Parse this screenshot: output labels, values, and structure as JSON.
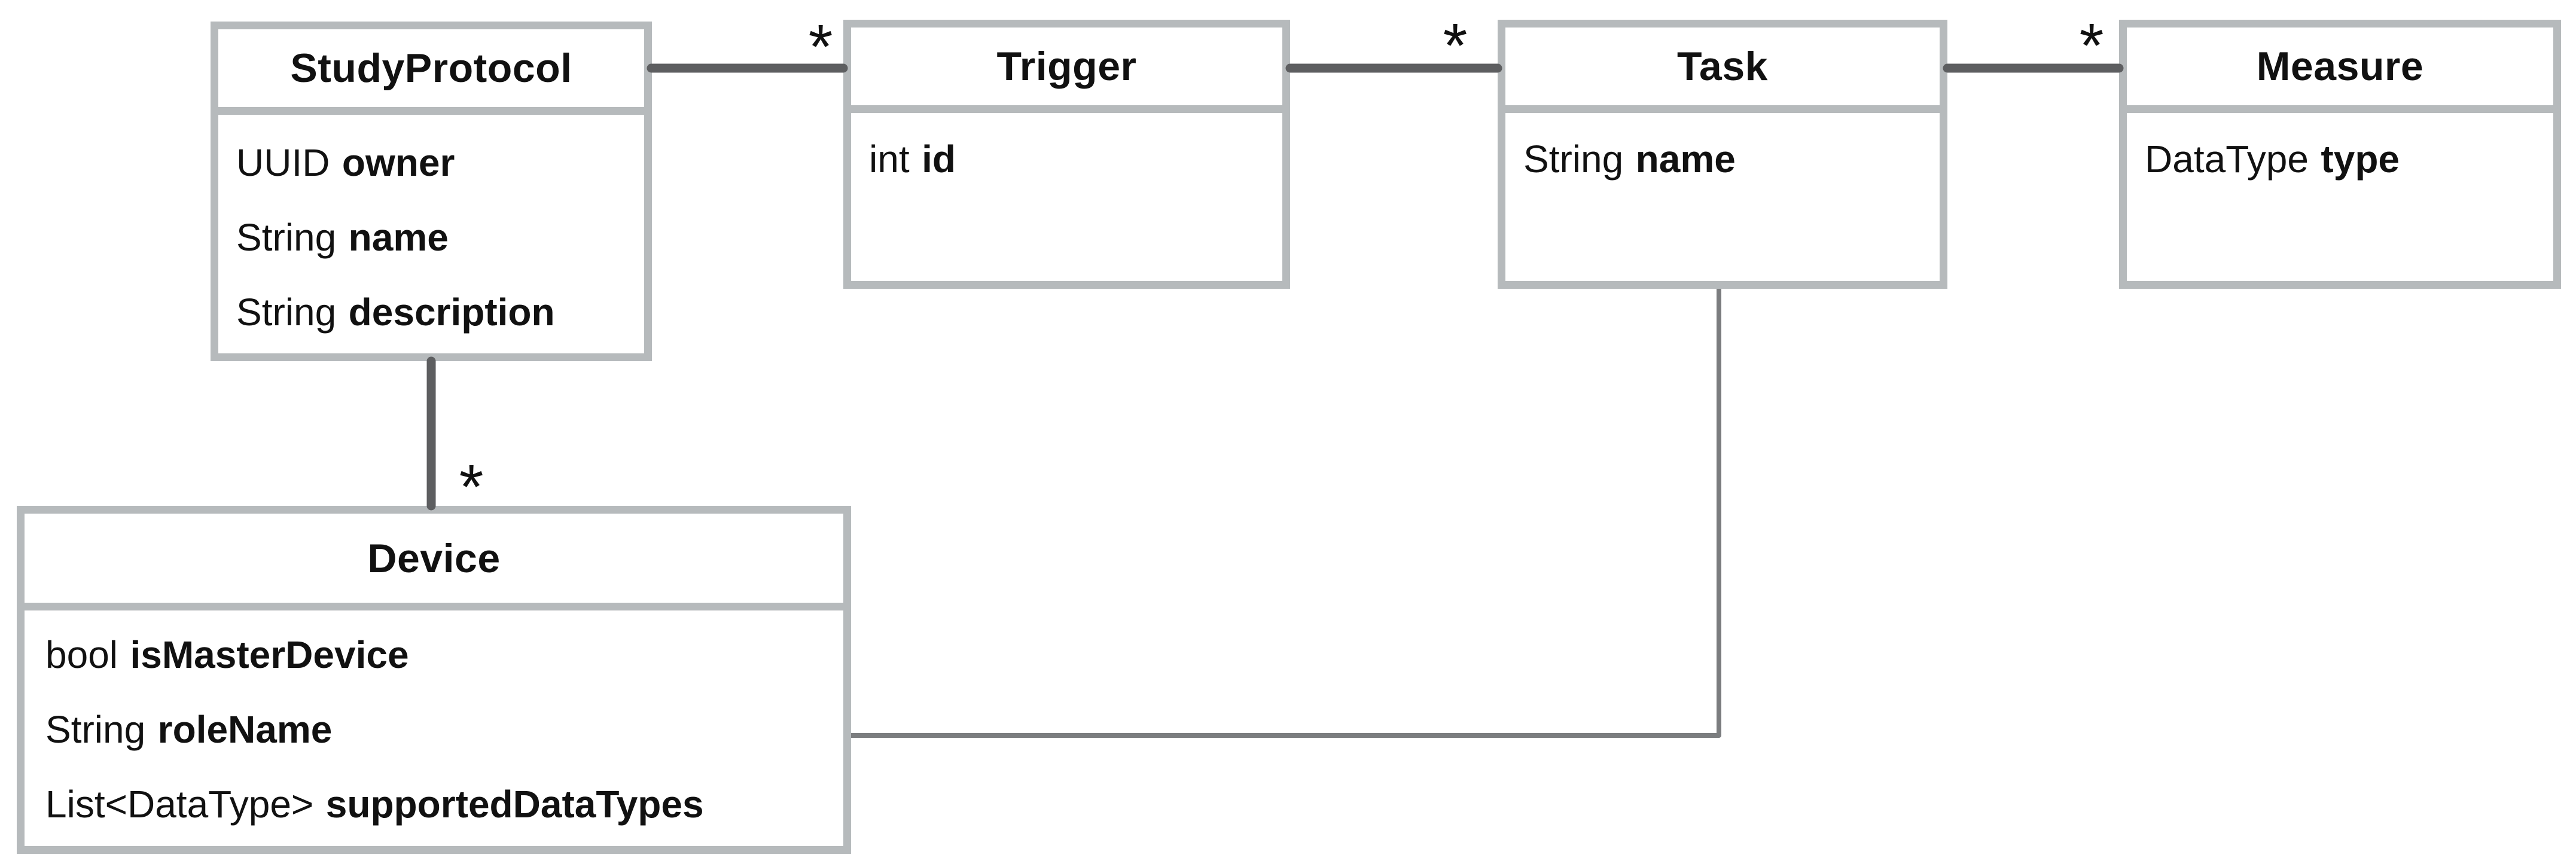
{
  "diagram": {
    "type": "uml-class-diagram",
    "background": "#ffffff",
    "classes": [
      {
        "name": "StudyProtocol",
        "attributes": [
          {
            "type": "UUID",
            "name": "owner"
          },
          {
            "type": "String",
            "name": "name"
          },
          {
            "type": "String",
            "name": "description"
          }
        ]
      },
      {
        "name": "Trigger",
        "attributes": [
          {
            "type": "int",
            "name": "id"
          }
        ]
      },
      {
        "name": "Task",
        "attributes": [
          {
            "type": "String",
            "name": "name"
          }
        ]
      },
      {
        "name": "Measure",
        "attributes": [
          {
            "type": "DataType",
            "name": "type"
          }
        ]
      },
      {
        "name": "Device",
        "attributes": [
          {
            "type": "bool",
            "name": "isMasterDevice"
          },
          {
            "type": "String",
            "name": "roleName"
          },
          {
            "type": "List<DataType>",
            "name": "supportedDataTypes"
          }
        ]
      }
    ],
    "relations": [
      {
        "from": "StudyProtocol",
        "to": "Trigger",
        "multiplicity": "*"
      },
      {
        "from": "Trigger",
        "to": "Task",
        "multiplicity": "*"
      },
      {
        "from": "Task",
        "to": "Measure",
        "multiplicity": "*"
      },
      {
        "from": "StudyProtocol",
        "to": "Device",
        "multiplicity": "*"
      },
      {
        "from": "Device",
        "to": "Task",
        "multiplicity": ""
      }
    ],
    "colors": {
      "box_border": "#b6babc",
      "box_fill": "#ffffff",
      "connector_dark": "#5d5e60",
      "connector_thin": "#7b7d7f",
      "text": "#111111",
      "multiplicity": "#111111"
    }
  }
}
